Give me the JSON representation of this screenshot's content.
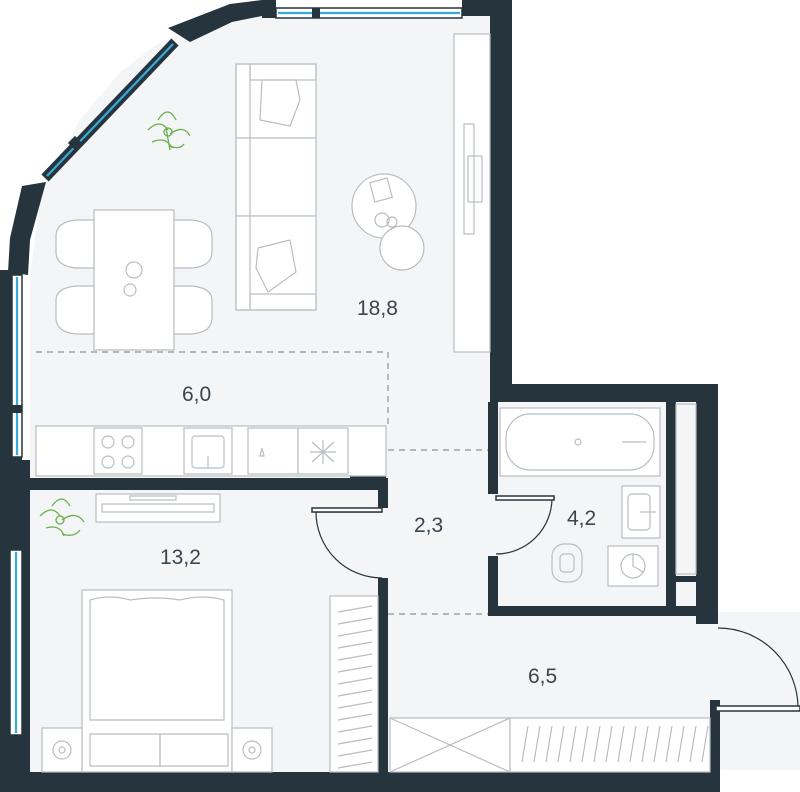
{
  "rooms": [
    {
      "id": "living",
      "area": "18,8"
    },
    {
      "id": "kitchen",
      "area": "6,0"
    },
    {
      "id": "hall",
      "area": "2,3"
    },
    {
      "id": "bathroom",
      "area": "4,2"
    },
    {
      "id": "bedroom",
      "area": "13,2"
    },
    {
      "id": "corridor",
      "area": "6,5"
    }
  ],
  "colors": {
    "wall": "#26343d",
    "floor": "#f4f5f6",
    "window_glass": "#3aa8d8",
    "plant": "#6ab04c",
    "furniture_line": "#b9bec2"
  },
  "icons": [
    "sofa-icon",
    "dining-table-icon",
    "coffee-table-icon",
    "tv-unit-icon",
    "plant-icon",
    "stove-icon",
    "sink-icon",
    "bathtub-icon",
    "washbasin-icon",
    "toilet-icon",
    "washing-machine-icon",
    "bed-icon",
    "wardrobe-icon",
    "door-swing-icon"
  ]
}
